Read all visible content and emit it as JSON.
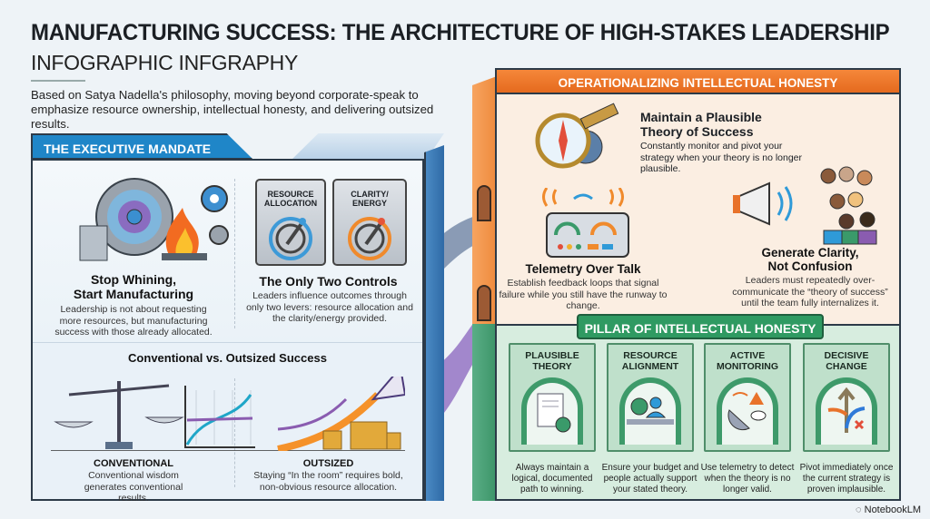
{
  "title": "MANUFACTURING SUCCESS: THE ARCHITECTURE OF HIGH-STAKES LEADERSHIP",
  "subtitle": "INFOGRAPHIC INFGRAPHY",
  "description": "Based on Satya Nadella's philosophy, moving beyond corporate-speak to emphasize resource ownership, intellectual honesty, and delivering outsized results.",
  "mandate": {
    "header": "THE EXECUTIVE MANDATE",
    "stop": {
      "title1": "Stop Whining,",
      "title2": "Start Manufacturing",
      "text": "Leadership is not about requesting more resources, but manufacturing success with those already allocated."
    },
    "controls": {
      "dial1": "RESOURCE ALLOCATION",
      "dial2": "CLARITY/ ENERGY",
      "title": "The Only Two Controls",
      "text": "Leaders influence outcomes through only two levers: resource allocation and the clarity/energy provided."
    },
    "compare": {
      "title": "Conventional vs. Outsized Success",
      "conv_title": "CONVENTIONAL",
      "conv_text": "Conventional wisdom generates conventional results.",
      "out_title": "OUTSIZED",
      "out_text": "Staying “In the room” requires bold, non-obvious resource allocation."
    }
  },
  "operational": {
    "header": "OPERATIONALIZING INTELLECTUAL HONESTY",
    "theory": {
      "title1": "Maintain a Plausible",
      "title2": "Theory of Success",
      "text": "Constantly monitor and pivot your strategy when your theory is no longer plausible."
    },
    "telemetry": {
      "title": "Telemetry Over Talk",
      "text": "Establish feedback loops that signal failure while you still have the runway to change."
    },
    "clarity": {
      "title1": "Generate Clarity,",
      "title2": "Not Confusion",
      "text": "Leaders must repeatedly over-communicate the “theory of success” until the team fully internalizes it."
    }
  },
  "pillars": {
    "header": "PILLAR OF INTELLECTUAL HONESTY",
    "items": [
      {
        "title": "PLAUSIBLE THEORY",
        "text": "Always maintain a logical, documented path to winning."
      },
      {
        "title": "RESOURCE ALIGNMENT",
        "text": "Ensure your budget and people actually support your stated theory."
      },
      {
        "title": "ACTIVE MONITORING",
        "text": "Use telemetry to detect when the theory is no longer valid."
      },
      {
        "title": "DECISIVE CHANGE",
        "text": "Pivot immediately once the current strategy is proven implausible."
      }
    ]
  },
  "brand": "NotebookLM",
  "colors": {
    "blue": "#1f86c8",
    "orange": "#e8722a",
    "green": "#2f9a62"
  }
}
